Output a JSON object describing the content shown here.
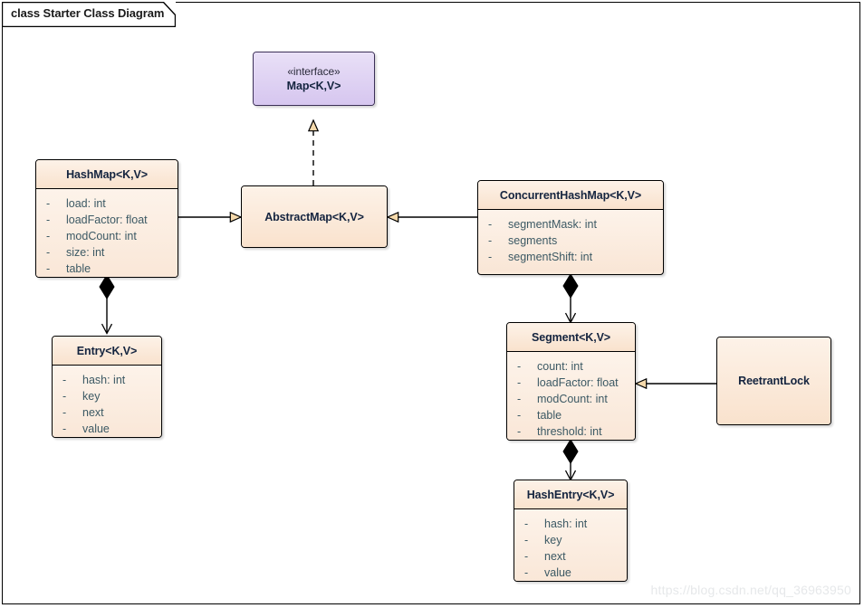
{
  "frame": {
    "title": "class Starter Class Diagram"
  },
  "watermark": "https://blog.csdn.net/qq_36963950",
  "colors": {
    "class_fill": "#fbe9d9",
    "class_header": "#f9e2cd",
    "interface_fill": "#ddd0f0",
    "border": "#000000",
    "attribute_text": "#3c5964",
    "title_text": "#14243f",
    "arrowhead_fill": "#f5d9ab",
    "composition_diamond": "#000000"
  },
  "nodes": {
    "map": {
      "name": "Map<K,V>",
      "stereotype": "«interface»",
      "attributes": []
    },
    "hashmap": {
      "name": "HashMap<K,V>",
      "attributes": [
        {
          "visibility": "-",
          "text": "load: int"
        },
        {
          "visibility": "-",
          "text": "loadFactor: float"
        },
        {
          "visibility": "-",
          "text": "modCount: int"
        },
        {
          "visibility": "-",
          "text": "size: int"
        },
        {
          "visibility": "-",
          "text": "table"
        }
      ]
    },
    "abstractmap": {
      "name": "AbstractMap<K,V>",
      "attributes": []
    },
    "concurrenthashmap": {
      "name": "ConcurrentHashMap<K,V>",
      "attributes": [
        {
          "visibility": "-",
          "text": "segmentMask: int"
        },
        {
          "visibility": "-",
          "text": "segments"
        },
        {
          "visibility": "-",
          "text": "segmentShift: int"
        }
      ]
    },
    "entry": {
      "name": "Entry<K,V>",
      "attributes": [
        {
          "visibility": "-",
          "text": "hash: int"
        },
        {
          "visibility": "-",
          "text": "key"
        },
        {
          "visibility": "-",
          "text": "next"
        },
        {
          "visibility": "-",
          "text": "value"
        }
      ]
    },
    "segment": {
      "name": "Segment<K,V>",
      "attributes": [
        {
          "visibility": "-",
          "text": "count: int"
        },
        {
          "visibility": "-",
          "text": "loadFactor: float"
        },
        {
          "visibility": "-",
          "text": "modCount: int"
        },
        {
          "visibility": "-",
          "text": "table"
        },
        {
          "visibility": "-",
          "text": "threshold: int"
        }
      ]
    },
    "reetrantlock": {
      "name": "ReetrantLock",
      "attributes": []
    },
    "hashentry": {
      "name": "HashEntry<K,V>",
      "attributes": [
        {
          "visibility": "-",
          "text": "hash: int"
        },
        {
          "visibility": "-",
          "text": "key"
        },
        {
          "visibility": "-",
          "text": "next"
        },
        {
          "visibility": "-",
          "text": "value"
        }
      ]
    }
  },
  "relationships": [
    {
      "id": "rel-abstractmap-realizes-map",
      "type": "realization",
      "from": "abstractmap",
      "to": "map",
      "style": "dashed",
      "head": "hollow-triangle"
    },
    {
      "id": "rel-hashmap-extends-abstractmap",
      "type": "generalization",
      "from": "hashmap",
      "to": "abstractmap",
      "style": "solid",
      "head": "hollow-triangle"
    },
    {
      "id": "rel-concurrenthashmap-extends-abstractmap",
      "type": "generalization",
      "from": "concurrenthashmap",
      "to": "abstractmap",
      "style": "solid",
      "head": "hollow-triangle"
    },
    {
      "id": "rel-hashmap-composes-entry",
      "type": "composition",
      "from": "hashmap",
      "to": "entry",
      "style": "solid",
      "head": "open-arrow",
      "tail": "filled-diamond"
    },
    {
      "id": "rel-concurrenthashmap-composes-segment",
      "type": "composition",
      "from": "concurrenthashmap",
      "to": "segment",
      "style": "solid",
      "head": "open-arrow",
      "tail": "filled-diamond"
    },
    {
      "id": "rel-segment-composes-hashentry",
      "type": "composition",
      "from": "segment",
      "to": "hashentry",
      "style": "solid",
      "head": "open-arrow",
      "tail": "filled-diamond"
    },
    {
      "id": "rel-reetrantlock-extends-segment",
      "type": "generalization",
      "from": "reetrantlock",
      "to": "segment",
      "style": "solid",
      "head": "hollow-triangle"
    }
  ]
}
